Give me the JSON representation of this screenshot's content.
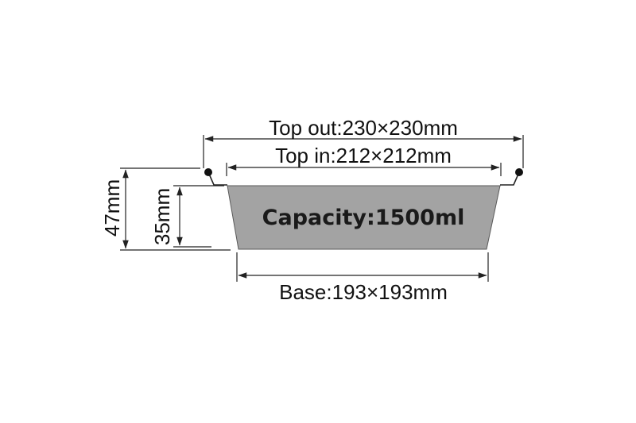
{
  "labels": {
    "top_out": "Top out:230×230mm",
    "top_in": "Top in:212×212mm",
    "capacity": "Capacity:1500ml",
    "base": "Base:193×193mm",
    "height_outer": "47mm",
    "height_inner": "35mm"
  },
  "colors": {
    "container_fill": "#a3a3a3",
    "line": "#222222",
    "text": "#111111"
  }
}
